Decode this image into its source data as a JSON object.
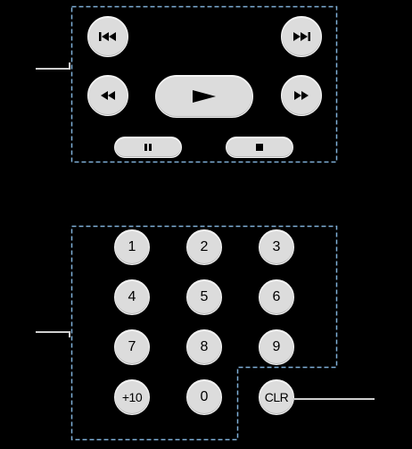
{
  "transport": {
    "prev_track": "skip-back-icon",
    "next_track": "skip-forward-icon",
    "rewind": "rewind-icon",
    "play": "play-icon",
    "fast_forward": "fast-forward-icon",
    "pause": "pause-icon",
    "stop": "stop-icon"
  },
  "keypad": {
    "keys": [
      "1",
      "2",
      "3",
      "4",
      "5",
      "6",
      "7",
      "8",
      "9",
      "+10",
      "0",
      "CLR"
    ]
  },
  "colors": {
    "background": "#000000",
    "button_fill": "#dcdcdc",
    "dashed_outline": "#7fb0d8",
    "leader_line": "#cfcfcf"
  }
}
